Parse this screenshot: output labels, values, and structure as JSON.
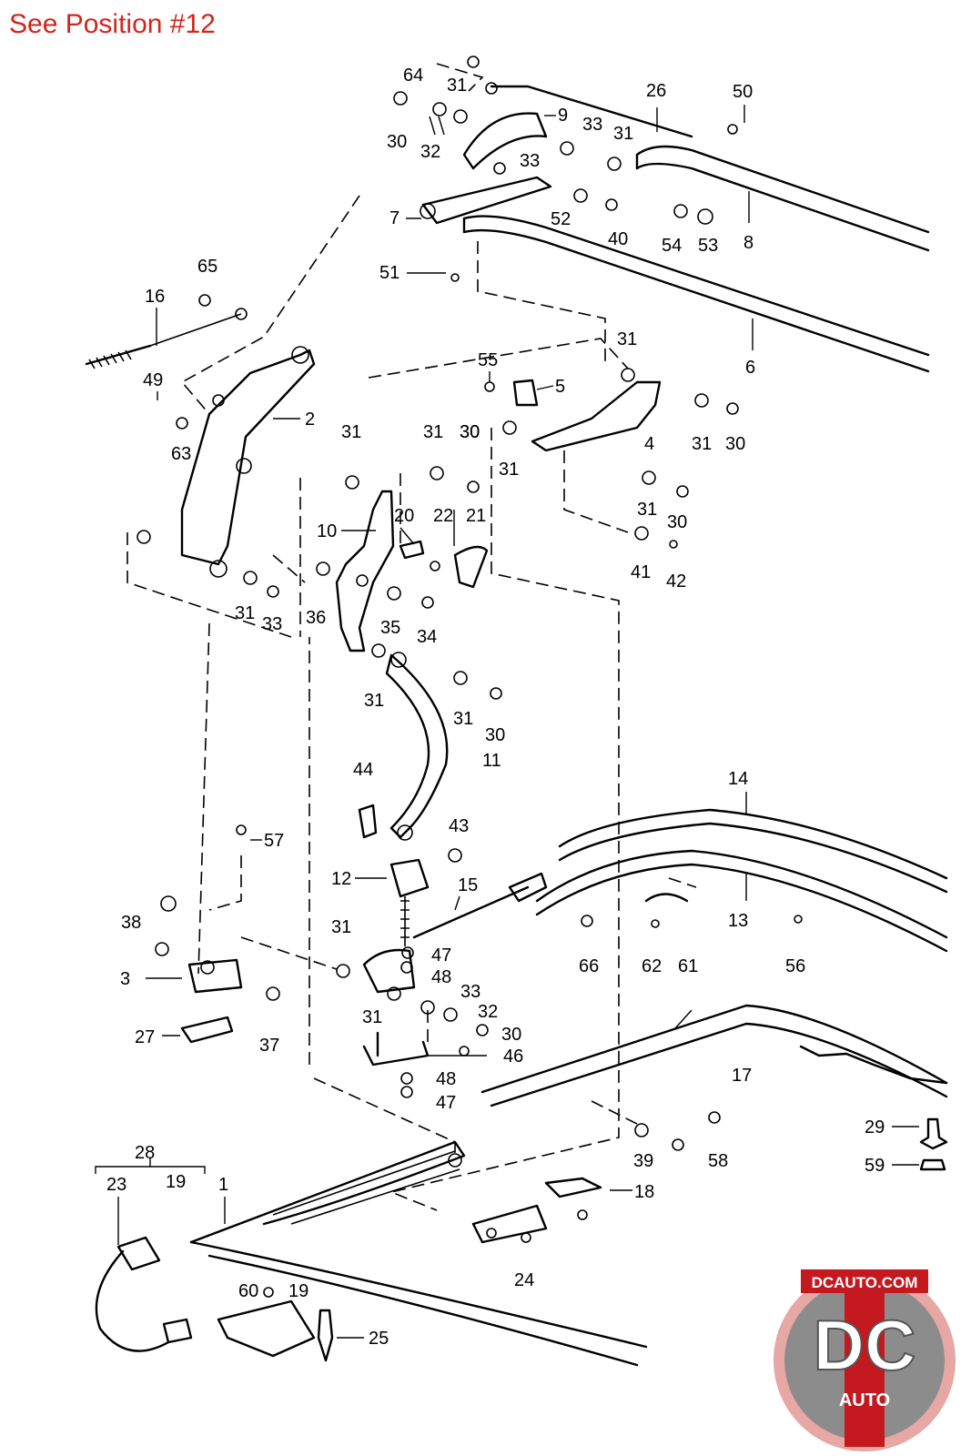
{
  "header": {
    "note": "See Position #12"
  },
  "callouts": [
    "64",
    "31",
    "30",
    "32",
    "9",
    "33",
    "26",
    "50",
    "31",
    "33",
    "7",
    "52",
    "40",
    "54",
    "53",
    "8",
    "51",
    "65",
    "16",
    "6",
    "31",
    "55",
    "5",
    "2",
    "49",
    "63",
    "31",
    "30",
    "4",
    "31",
    "30",
    "31",
    "31",
    "30",
    "31",
    "30",
    "10",
    "20",
    "22",
    "21",
    "41",
    "42",
    "36",
    "31",
    "33",
    "35",
    "34",
    "31",
    "31",
    "30",
    "11",
    "44",
    "43",
    "14",
    "12",
    "15",
    "57",
    "38",
    "31",
    "47",
    "48",
    "3",
    "66",
    "13",
    "62",
    "61",
    "56",
    "33",
    "32",
    "31",
    "30",
    "27",
    "37",
    "46",
    "48",
    "47",
    "17",
    "28",
    "23",
    "19",
    "1",
    "29",
    "39",
    "58",
    "59",
    "18",
    "24",
    "60",
    "19",
    "25"
  ],
  "logo": {
    "top_text": "DCAUTO.COM",
    "main_text": "DC",
    "bottom_text": "AUTO"
  },
  "colors": {
    "note": "#d0261c",
    "logo_red": "#c3191f",
    "logo_gray": "#8c8c8c",
    "logo_ring": "#e7a7a4"
  }
}
